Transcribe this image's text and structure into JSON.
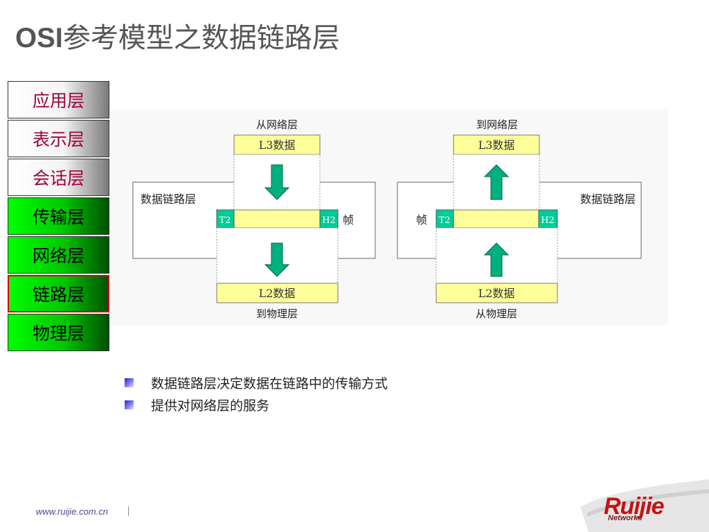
{
  "title": {
    "latin": "OSI",
    "rest": "参考模型之数据链路层"
  },
  "layers": [
    {
      "label": "应用层",
      "state": "gray"
    },
    {
      "label": "表示层",
      "state": "gray"
    },
    {
      "label": "会话层",
      "state": "gray"
    },
    {
      "label": "传输层",
      "state": "green"
    },
    {
      "label": "网络层",
      "state": "green"
    },
    {
      "label": "链路层",
      "state": "green",
      "selected": true
    },
    {
      "label": "物理层",
      "state": "green"
    }
  ],
  "diagram": {
    "left": {
      "top_caption": "从网络层",
      "top_box": "L3数据",
      "side_label": "数据链路层",
      "t2": "T2",
      "h2": "H2",
      "frame_label": "帧",
      "bottom_box": "L2数据",
      "bottom_caption": "到物理层"
    },
    "right": {
      "top_caption": "到网络层",
      "top_box": "L3数据",
      "side_label": "数据链路层",
      "t2": "T2",
      "h2": "H2",
      "frame_label": "帧",
      "bottom_box": "L2数据",
      "bottom_caption": "从物理层"
    }
  },
  "bullets": [
    "数据链路层决定数据在链路中的传输方式",
    "提供对网络层的服务"
  ],
  "footer": {
    "url": "www.ruijie.com.cn"
  },
  "logo": {
    "brand": "Ruijie",
    "sub": "Networks"
  },
  "colors": {
    "box_fill": "#ffff99",
    "header_fill": "#00cc99",
    "arrow": "#00b080",
    "accent": "#c81010"
  }
}
